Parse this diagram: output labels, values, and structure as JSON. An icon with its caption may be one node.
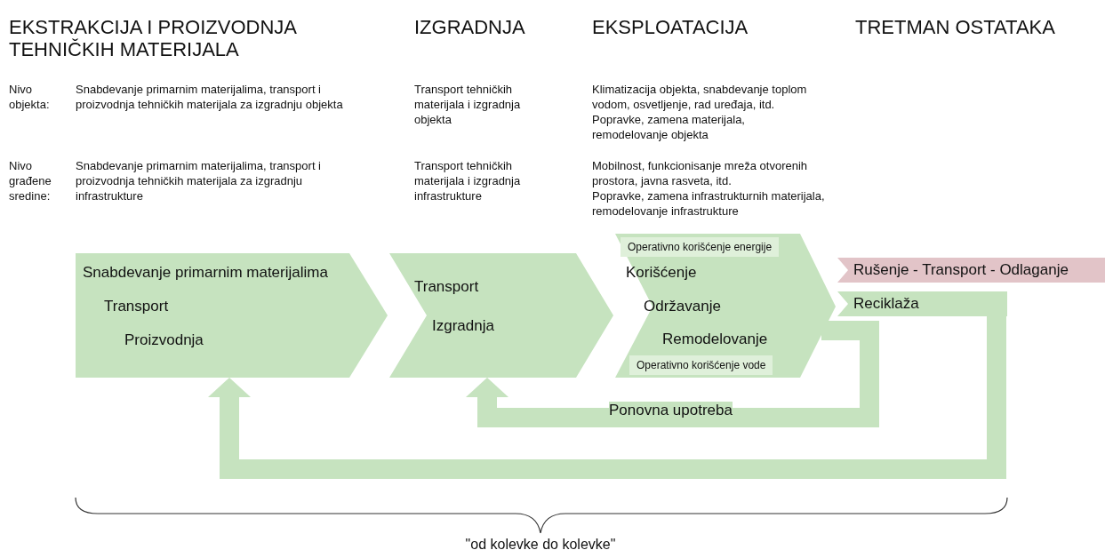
{
  "diagram": {
    "caption": "\"od kolevke do kolevke\"",
    "nodes": [
      {
        "text": [
          "Snabdevanje primarnim materijalima",
          "Transport",
          "Proizvodnja"
        ]
      },
      {
        "text": [
          "Transport",
          "Izgradnja"
        ]
      },
      {
        "text": [
          "Operativno korišćenje energije",
          "Korišćenje",
          "Održavanje",
          "Remodelovanje",
          "Operativno korišćenje vode"
        ]
      },
      {
        "text": [
          "Rušenje - Transport - Odlaganje"
        ]
      },
      {
        "text": [
          "Reciklaža"
        ]
      }
    ],
    "edges": [
      {
        "from": 2,
        "to": 1,
        "arrow": "to",
        "label": "Ponovna upotreba"
      },
      {
        "from": 4,
        "to": 0,
        "arrow": "to"
      }
    ],
    "labels": [
      "EKSTRAKCIJA I PROIZVODNJA TEHNIČKIH MATERIJALA",
      "IZGRADNJA",
      "EKSPLOATACIJA",
      "TRETMAN OSTATAKA",
      "Nivo objekta:",
      "Snabdevanje primarnim materijalima, transport i proizvodnja tehničkih materijala za izgradnju objekta",
      "Transport tehničkih materijala i izgradnja objekta",
      "Klimatizacija objekta, snabdevanje toplom vodom, osvetljenje, rad uređaja, itd.",
      "Popravke, zamena materijala, remodelovanje objekta",
      "Nivo građene sredine:",
      "Snabdevanje primarnim materijalima, transport i proizvodnja tehničkih materijala za izgradnju infrastrukture",
      "Transport tehničkih materijala i izgradnja infrastrukture",
      "Mobilnost, funkcionisanje mreža otvorenih prostora, javna rasveta, itd.",
      "Popravke, zamena infrastrukturnih materijala, remodelovanje infrastrukture"
    ]
  }
}
